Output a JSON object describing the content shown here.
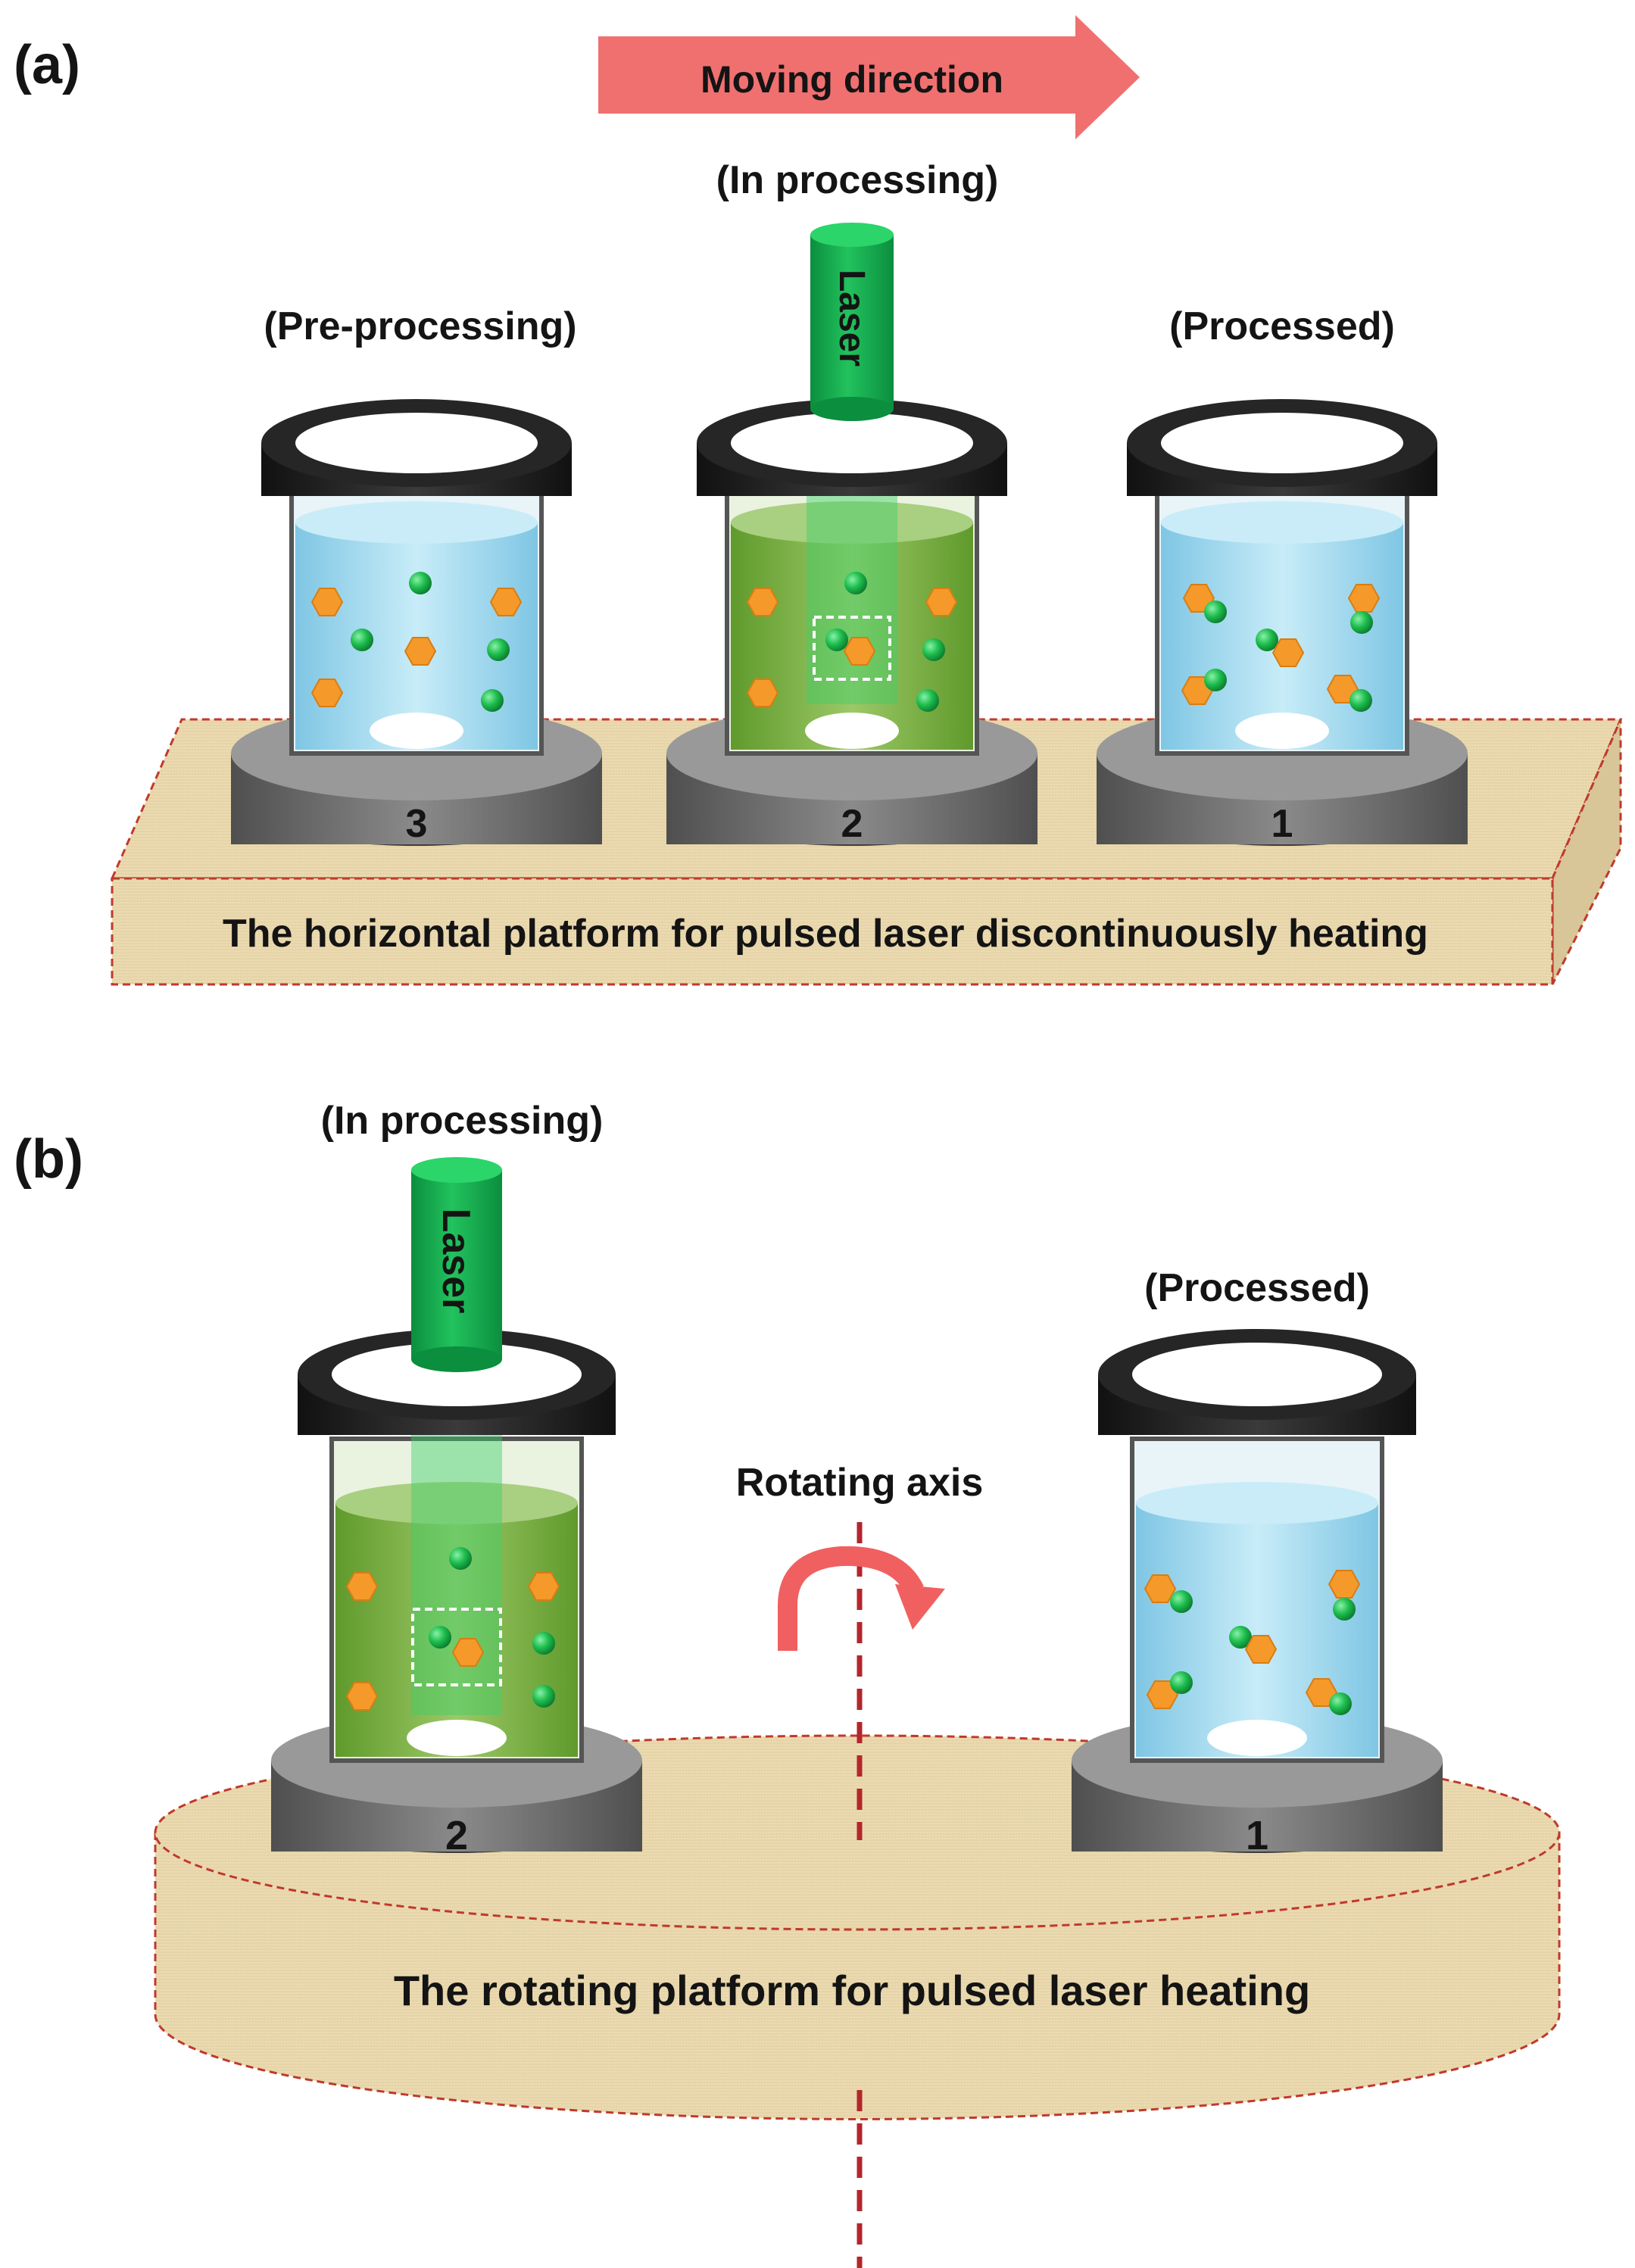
{
  "panel_a": {
    "label": "(a)",
    "arrow_text": "Moving direction",
    "in_processing": "(In processing)",
    "pre_processing": "(Pre-processing)",
    "processed": "(Processed)",
    "laser": "Laser",
    "vial_numbers": [
      "3",
      "2",
      "1"
    ],
    "platform_text": "The horizontal platform for pulsed laser discontinuously heating"
  },
  "panel_b": {
    "label": "(b)",
    "in_processing": "(In processing)",
    "processed": "(Processed)",
    "laser": "Laser",
    "axis_text": "Rotating axis",
    "vial_numbers": [
      "2",
      "1"
    ],
    "platform_text": "The rotating platform for pulsed laser heating"
  },
  "colors": {
    "platform": "#ecdcb4",
    "platform_border": "#c0392b",
    "arrow": "#f07070",
    "laser": "#10a84a",
    "water": "#a9dcee",
    "green_liquid": "#7fb24a",
    "particle_orange": "#f59a2a",
    "particle_green": "#1fbf4f",
    "cap": "#232323",
    "base": "#6e6e6e",
    "axis": "#b3262c"
  }
}
